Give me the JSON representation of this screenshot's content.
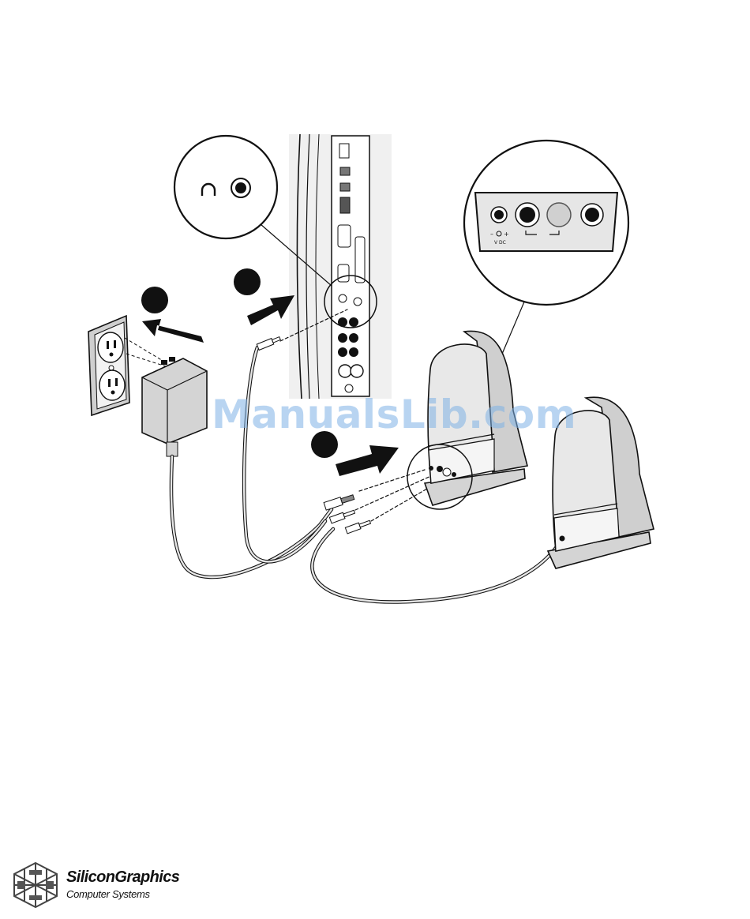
{
  "watermark": {
    "text": "ManualsLib.com"
  },
  "brand": {
    "name": "SiliconGraphics",
    "subtitle": "Computer Systems"
  },
  "callouts": {
    "vdc_label": "V DC"
  },
  "colors": {
    "ink": "#111111",
    "steel": "#d9d9d9",
    "watermark": "#7fb2e6"
  }
}
